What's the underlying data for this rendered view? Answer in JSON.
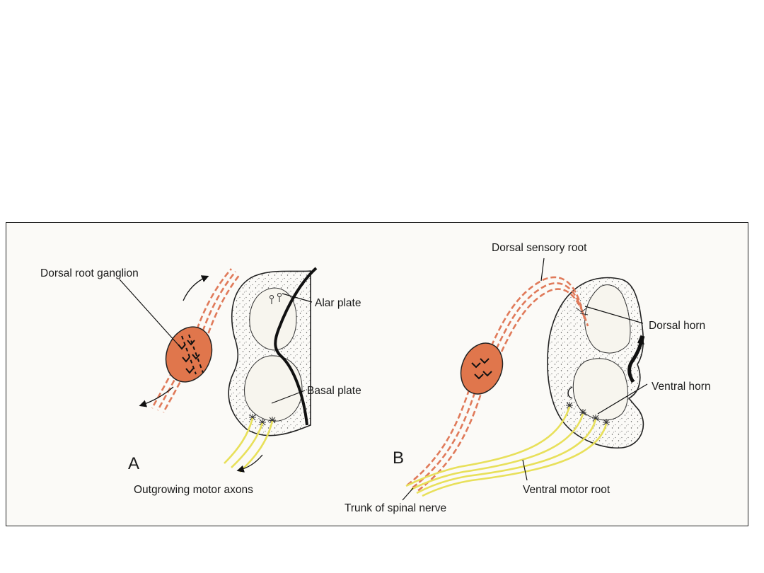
{
  "diagram": {
    "colors": {
      "ganglion": "#e0764c",
      "sensory_fibers": "#e07a5a",
      "motor_axons": "#e8e05a",
      "outline": "#111111",
      "stipple": "#555555"
    },
    "panel_a": {
      "letter": "A",
      "labels": {
        "dorsal_root_ganglion": "Dorsal root ganglion",
        "alar_plate": "Alar plate",
        "basal_plate": "Basal plate",
        "outgrowing_motor_axons": "Outgrowing motor axons"
      }
    },
    "panel_b": {
      "letter": "B",
      "labels": {
        "dorsal_sensory_root": "Dorsal sensory root",
        "dorsal_horn": "Dorsal horn",
        "ventral_horn": "Ventral horn",
        "ventral_motor_root": "Ventral motor root",
        "trunk_of_spinal_nerve": "Trunk of spinal nerve"
      }
    }
  }
}
